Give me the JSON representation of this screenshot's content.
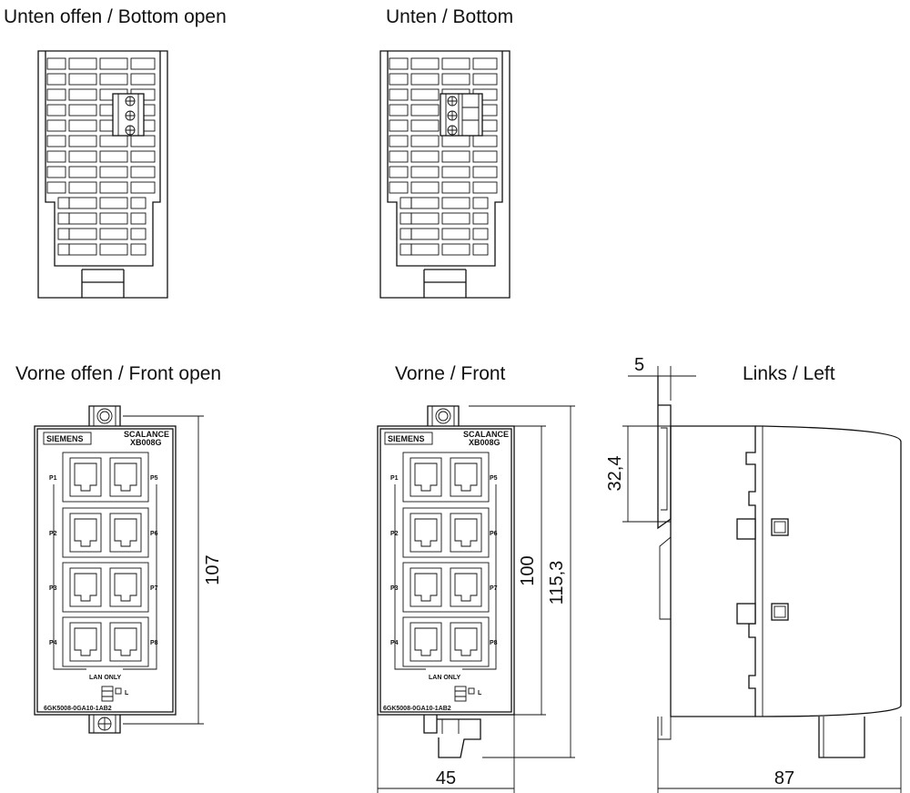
{
  "views": {
    "bottom_open": {
      "title": "Unten offen / Bottom open"
    },
    "bottom": {
      "title": "Unten / Bottom"
    },
    "front_open": {
      "title": "Vorne offen / Front open",
      "brand": "SIEMENS",
      "model_line1": "SCALANCE",
      "model_line2": "XB008G",
      "ports_left": [
        "P1",
        "P2",
        "P3",
        "P4"
      ],
      "ports_right": [
        "P5",
        "P6",
        "P7",
        "P8"
      ],
      "lan_label": "LAN ONLY",
      "order_number": "6GK5008-0GA10-1AB2",
      "terminal_label": "L",
      "dim_height": "107"
    },
    "front": {
      "title": "Vorne / Front",
      "brand": "SIEMENS",
      "model_line1": "SCALANCE",
      "model_line2": "XB008G",
      "ports_left": [
        "P1",
        "P2",
        "P3",
        "P4"
      ],
      "ports_right": [
        "P5",
        "P6",
        "P7",
        "P8"
      ],
      "lan_label": "LAN ONLY",
      "order_number": "6GK5008-0GA10-1AB2",
      "terminal_label": "L",
      "dim_height_inner": "100",
      "dim_height_total": "115,3",
      "dim_width": "45"
    },
    "left": {
      "title": "Links / Left",
      "dim_top": "5",
      "dim_clip": "32,4",
      "dim_depth": "87"
    }
  }
}
